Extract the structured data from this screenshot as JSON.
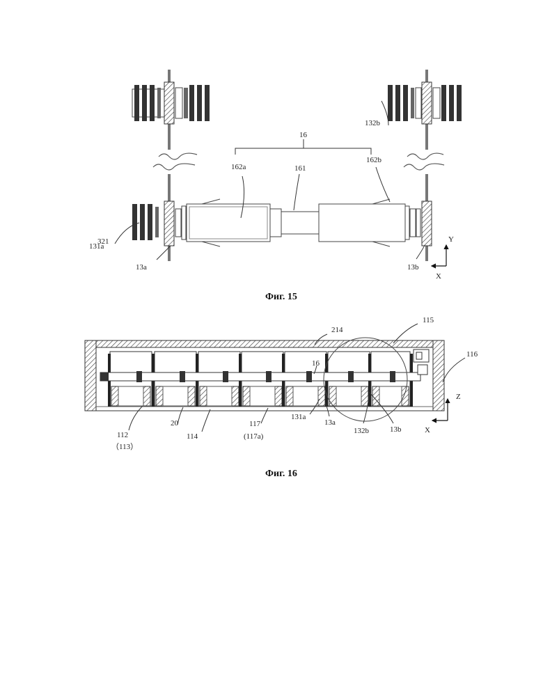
{
  "fig15": {
    "caption": "Фиг. 15",
    "labels": {
      "l16": "16",
      "l161": "161",
      "l162a": "162a",
      "l162b": "162b",
      "l132b": "132b",
      "l131a": "131a",
      "l321": "321",
      "l13a": "13a",
      "l13b": "13b",
      "axis_y": "Y",
      "axis_x": "X"
    }
  },
  "fig16": {
    "caption": "Фиг. 16",
    "labels": {
      "l214": "214",
      "l115": "115",
      "l116": "116",
      "l16": "16",
      "l112": "112",
      "l113": "（113）",
      "l20": "20",
      "l114": "114",
      "l117": "117",
      "l117a": "(117a)",
      "l131a": "131a",
      "l13a": "13a",
      "l132b": "132b",
      "l13b": "13b",
      "axis_z": "Z",
      "axis_x": "X"
    }
  }
}
